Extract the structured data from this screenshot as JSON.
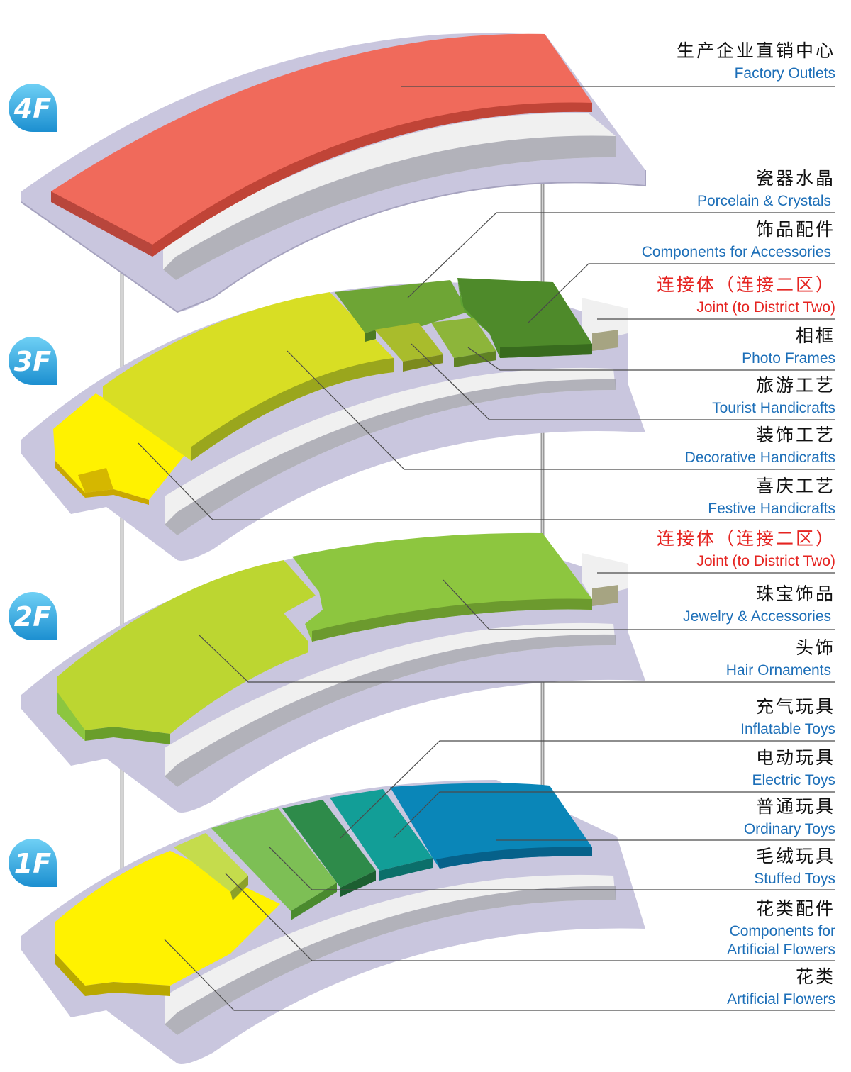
{
  "floors": [
    {
      "label": "4F"
    },
    {
      "label": "3F"
    },
    {
      "label": "2F"
    },
    {
      "label": "1F"
    }
  ],
  "legend": [
    {
      "zh": "生产企业直销中心",
      "en": "Factory Outlets"
    },
    {
      "zh": "瓷器水晶",
      "en": "Porcelain & Crystals"
    },
    {
      "zh": "饰品配件",
      "en": "Components for Accessories"
    },
    {
      "zh": "连接体（连接二区）",
      "en": "Joint (to District Two)",
      "highlight": true
    },
    {
      "zh": "相框",
      "en": "Photo Frames"
    },
    {
      "zh": "旅游工艺",
      "en": "Tourist Handicrafts"
    },
    {
      "zh": "装饰工艺",
      "en": "Decorative Handicrafts"
    },
    {
      "zh": "喜庆工艺",
      "en": "Festive Handicrafts"
    },
    {
      "zh": "连接体（连接二区）",
      "en": "Joint (to District Two)",
      "highlight": true
    },
    {
      "zh": "珠宝饰品",
      "en": "Jewelry & Accessories"
    },
    {
      "zh": "头饰",
      "en": "Hair Ornaments"
    },
    {
      "zh": "充气玩具",
      "en": "Inflatable Toys"
    },
    {
      "zh": "电动玩具",
      "en": "Electric Toys"
    },
    {
      "zh": "普通玩具",
      "en": "Ordinary Toys"
    },
    {
      "zh": "毛绒玩具",
      "en": "Stuffed Toys"
    },
    {
      "zh": "花类配件",
      "en": "Components for",
      "en2": "Artificial Flowers"
    },
    {
      "zh": "花类",
      "en": "Artificial Flowers"
    }
  ],
  "colors": {
    "factory": "#f06a5b",
    "porcelain": "#6ea535",
    "accessories": "#4e8a2a",
    "photo": "#8db53a",
    "tourist": "#a9bc2c",
    "decorative": "#d8de24",
    "festive": "#fff200",
    "jewelry": "#8dc63f",
    "hair": "#bcd631",
    "inflatable": "#2e8b4a",
    "electric": "#129e97",
    "ordinary": "#0a86b8",
    "stuffed": "#7dbf55",
    "flowerComp": "#c5dc4c",
    "flowers": "#fff200",
    "badge": "#29aae1",
    "highlightText": "#e52421",
    "labelBlue": "#1d6fb8"
  }
}
